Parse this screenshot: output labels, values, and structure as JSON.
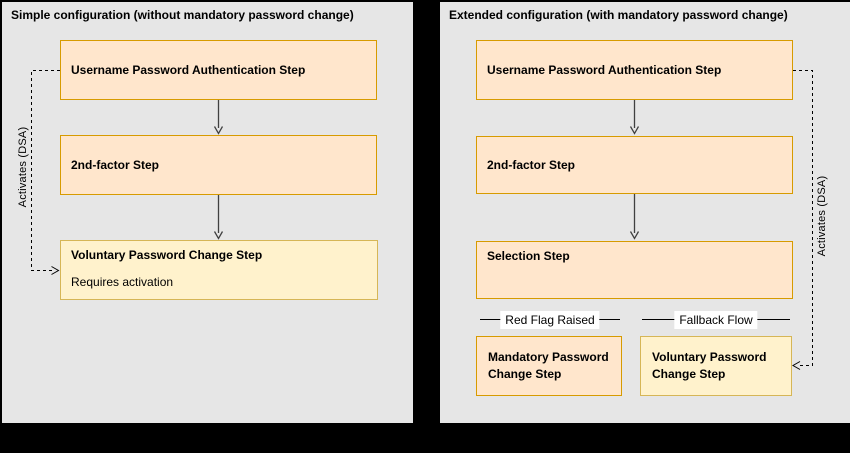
{
  "diagram": {
    "panels": {
      "simple": {
        "title": "Simple configuration (without mandatory password change)",
        "activates_label": "Activates (DSA)",
        "steps": [
          {
            "label": "Username Password Authentication Step"
          },
          {
            "label": "2nd-factor Step"
          },
          {
            "label": "Voluntary Password Change Step",
            "note": "Requires activation"
          }
        ]
      },
      "extended": {
        "title": "Extended configuration (with mandatory password change)",
        "activates_label": "Activates (DSA)",
        "steps": [
          {
            "label": "Username Password Authentication Step"
          },
          {
            "label": "2nd-factor Step"
          },
          {
            "label": "Selection Step"
          }
        ],
        "branches": [
          {
            "edge_label": "Red Flag Raised",
            "step_label": "Mandatory Password Change Step"
          },
          {
            "edge_label": "Fallback Flow",
            "step_label": "Voluntary Password Change Step"
          }
        ]
      }
    },
    "colors": {
      "canvas_bg": "#000000",
      "panel_bg": "#e6e6e6",
      "step_fill": "#ffe6cc",
      "step_border": "#d79b00",
      "voluntary_fill": "#fff2cc",
      "voluntary_border": "#d6b656",
      "arrow": "#404040",
      "dashed_line": "#000000",
      "edge_label_bg": "#ffffff"
    }
  }
}
